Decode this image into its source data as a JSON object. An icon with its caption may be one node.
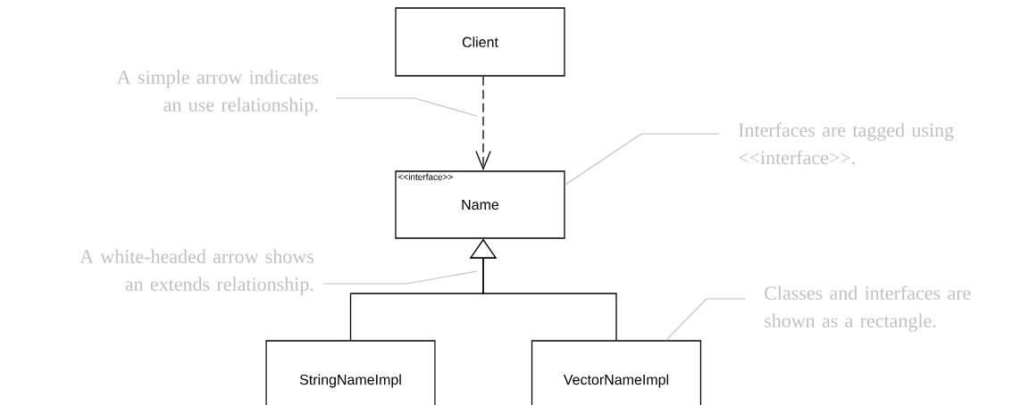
{
  "diagram": {
    "nodes": [
      {
        "text": [
          "Client"
        ]
      },
      {
        "text": [
          "<<interface>>",
          "Name"
        ]
      },
      {
        "text": [
          "StringNameImpl"
        ]
      },
      {
        "text": [
          "VectorNameImpl"
        ]
      },
      {
        "text": [
          "A simple arrow indicates an use relationship."
        ]
      },
      {
        "text": [
          "Interfaces are tagged using <<interface>>."
        ]
      },
      {
        "text": [
          "A white-headed arrow shows an extends relationship."
        ]
      },
      {
        "text": [
          "Classes and interfaces are shown as a rectangle."
        ]
      }
    ],
    "edges": [
      {
        "from": 0,
        "to": 1,
        "arrow": "to",
        "style": "dashed",
        "color": "#000000"
      },
      {
        "from": 2,
        "to": 1,
        "arrow": "to",
        "color": "#000000"
      },
      {
        "from": 3,
        "to": 1,
        "arrow": "to",
        "color": "#000000"
      },
      {
        "from": 4,
        "to": null,
        "arrow": "none",
        "color": "#c0c0c0"
      },
      {
        "from": 5,
        "to": 1,
        "arrow": "none",
        "color": "#c0c0c0"
      },
      {
        "from": 6,
        "to": null,
        "arrow": "none",
        "color": "#c0c0c0"
      },
      {
        "from": 7,
        "to": 3,
        "arrow": "none",
        "color": "#c0c0c0"
      }
    ]
  }
}
